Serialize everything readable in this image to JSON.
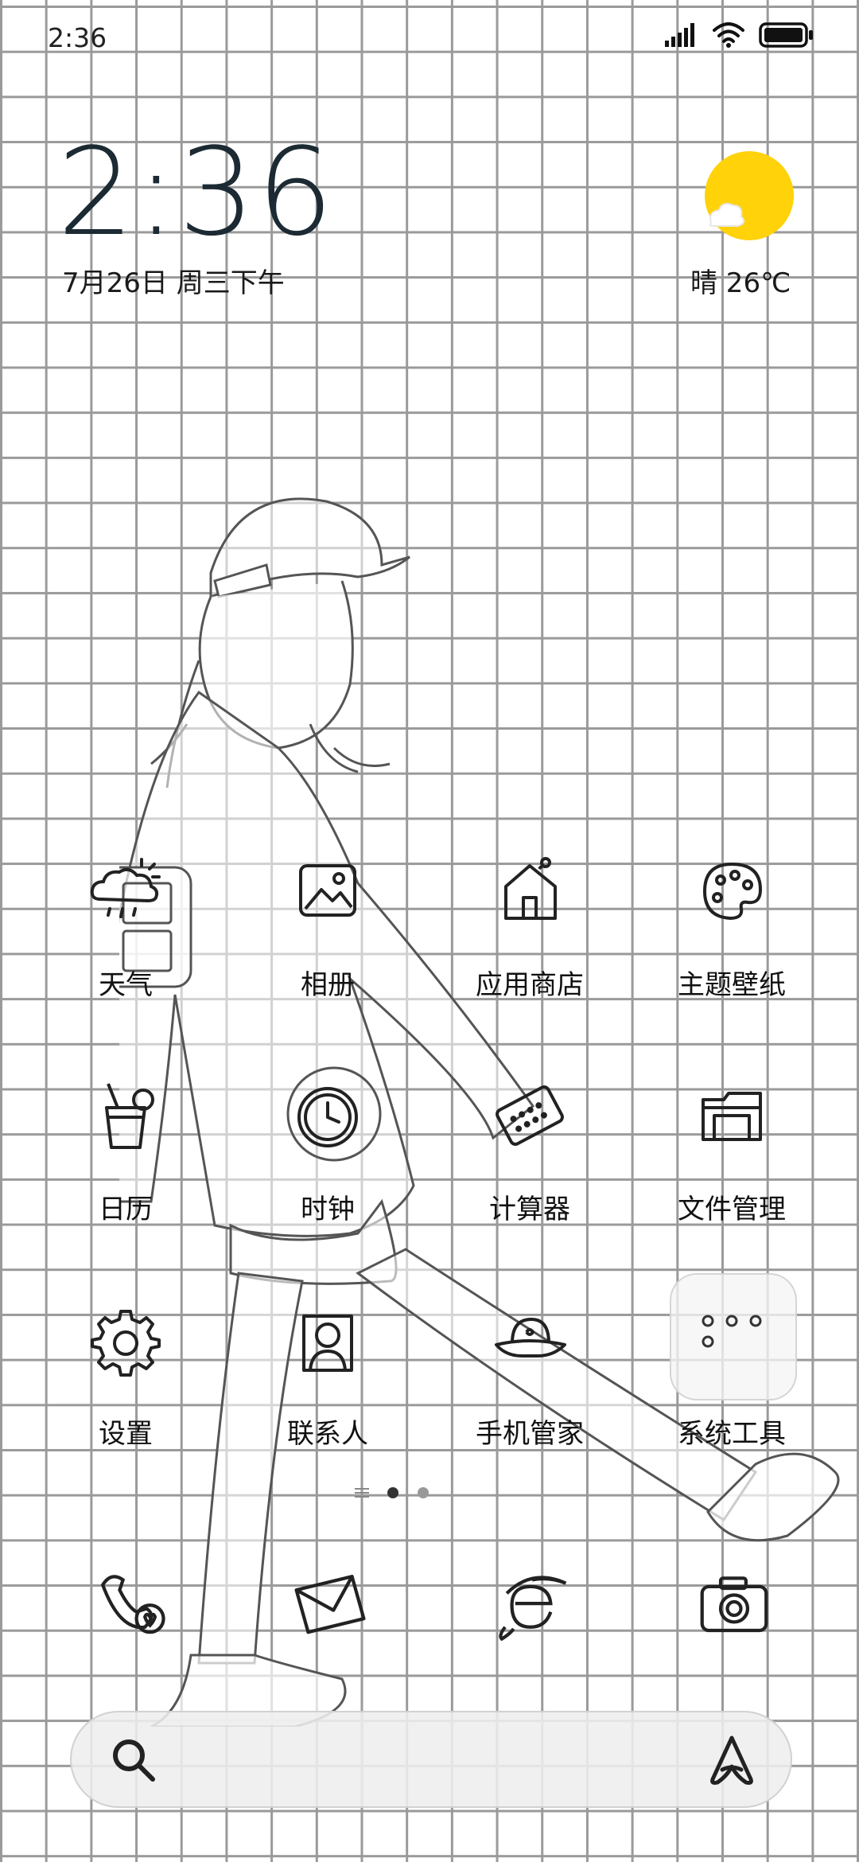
{
  "status_bar": {
    "time": "2:36",
    "icons": [
      "signal-icon",
      "wifi-icon",
      "battery-icon"
    ]
  },
  "clock_widget": {
    "time": "2:36",
    "date": "7月26日 周三下午"
  },
  "weather_widget": {
    "condition_temp": "晴 26℃",
    "icon": "sun-cloud-icon",
    "sun_color": "#FFD20A"
  },
  "apps": [
    {
      "label": "天气",
      "icon": "weather-icon"
    },
    {
      "label": "相册",
      "icon": "gallery-icon"
    },
    {
      "label": "应用商店",
      "icon": "app-store-icon"
    },
    {
      "label": "主题壁纸",
      "icon": "palette-icon"
    },
    {
      "label": "日历",
      "icon": "calendar-icon"
    },
    {
      "label": "时钟",
      "icon": "clock-icon"
    },
    {
      "label": "计算器",
      "icon": "calculator-icon"
    },
    {
      "label": "文件管理",
      "icon": "folder-icon"
    },
    {
      "label": "设置",
      "icon": "gear-icon"
    },
    {
      "label": "联系人",
      "icon": "contact-icon"
    },
    {
      "label": "手机管家",
      "icon": "hat-icon"
    },
    {
      "label": "系统工具",
      "icon": "tools-folder-icon"
    }
  ],
  "pager": {
    "pages": 2,
    "current": 1
  },
  "dock": [
    {
      "icon": "phone-icon"
    },
    {
      "icon": "message-icon"
    },
    {
      "icon": "browser-icon"
    },
    {
      "icon": "camera-icon"
    }
  ],
  "search_bar": {
    "left_icon": "search-icon",
    "right_icon": "assistant-icon"
  }
}
